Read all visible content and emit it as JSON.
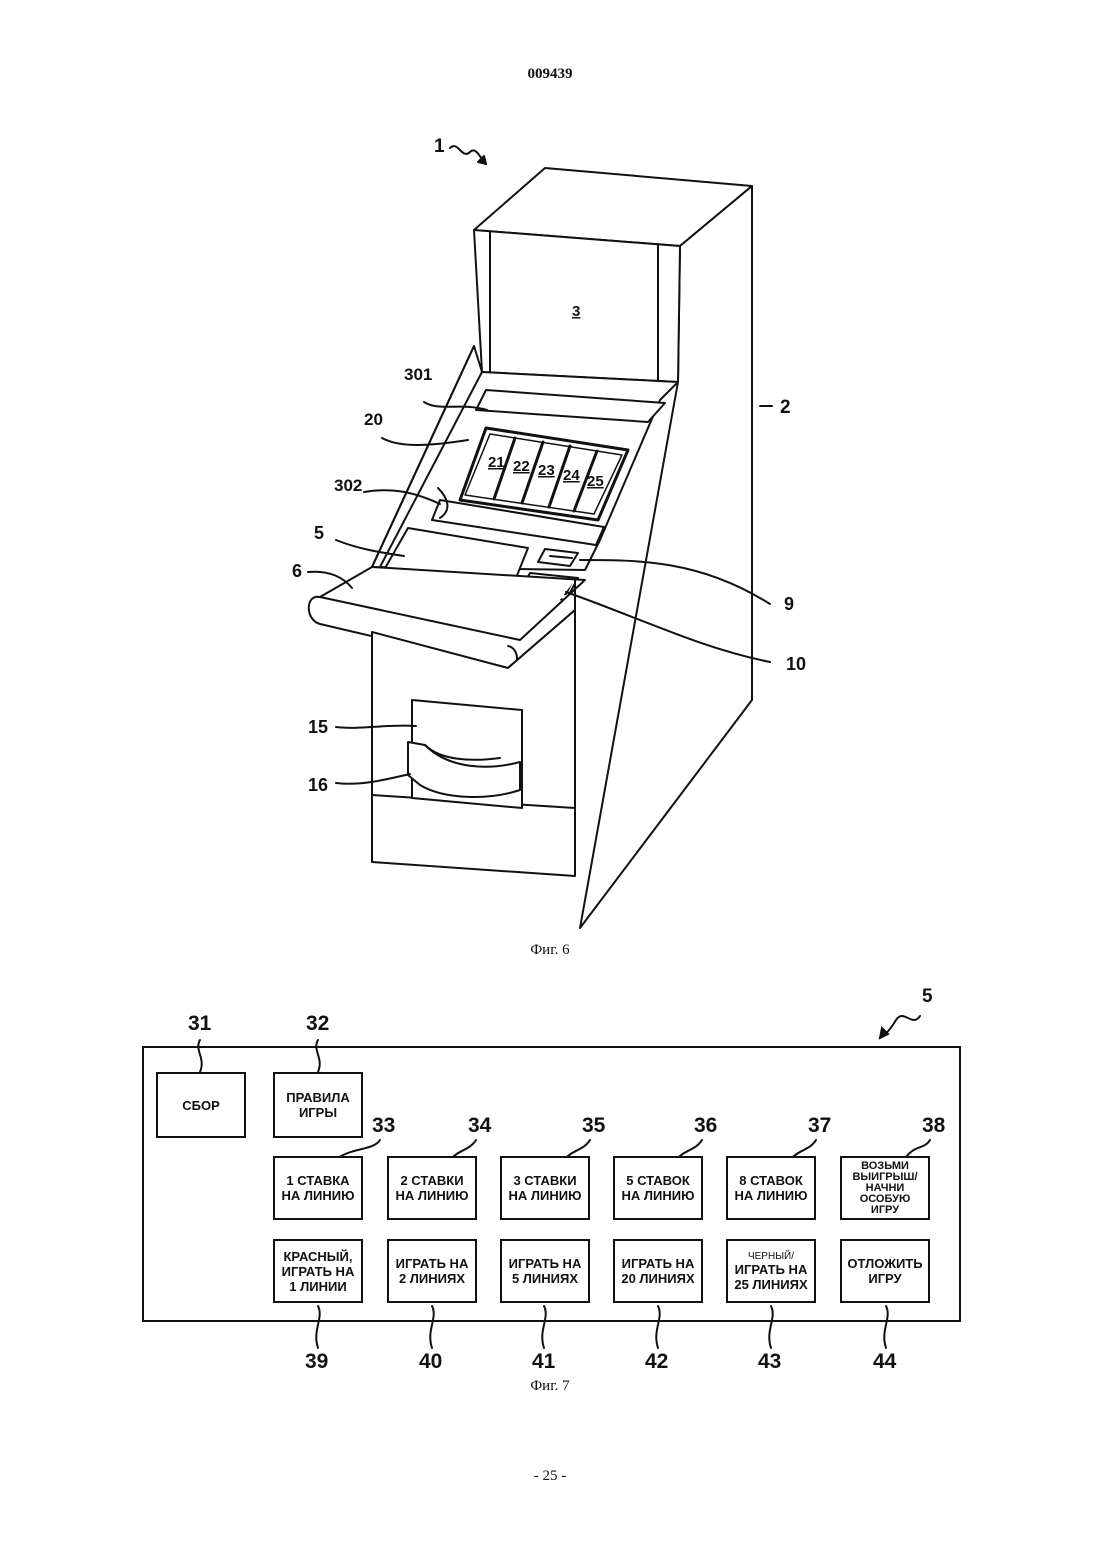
{
  "document_number": "009439",
  "page_number": "- 25 -",
  "figure6": {
    "caption": "Фиг. 6",
    "labels": {
      "machine": "1",
      "cabinet": "2",
      "upper_display": "3",
      "control_panel": "5",
      "front_shelf": "6",
      "coin_slot": "9",
      "bill_slot": "10",
      "payout_opening": "15",
      "coin_tray": "16",
      "lower_display": "20",
      "upper_frame": "301",
      "lower_frame": "302",
      "reels": [
        "21",
        "22",
        "23",
        "24",
        "25"
      ]
    }
  },
  "figure7": {
    "caption": "Фиг. 7",
    "panel_label": "5",
    "buttons": [
      {
        "num": "31",
        "lines": [
          "СБОР"
        ]
      },
      {
        "num": "32",
        "lines": [
          "ПРАВИЛА",
          "ИГРЫ"
        ]
      },
      {
        "num": "33",
        "lines": [
          "1 СТАВКА",
          "НА ЛИНИЮ"
        ]
      },
      {
        "num": "34",
        "lines": [
          "2 СТАВКИ",
          "НА ЛИНИЮ"
        ]
      },
      {
        "num": "35",
        "lines": [
          "3 СТАВКИ",
          "НА ЛИНИЮ"
        ]
      },
      {
        "num": "36",
        "lines": [
          "5 СТАВОК",
          "НА ЛИНИЮ"
        ]
      },
      {
        "num": "37",
        "lines": [
          "8 СТАВОК",
          "НА ЛИНИЮ"
        ]
      },
      {
        "num": "38",
        "lines": [
          "ВОЗЬМИ",
          "ВЫИГРЫШ/",
          "НАЧНИ",
          "ОСОБУЮ",
          "ИГРУ"
        ]
      },
      {
        "num": "39",
        "lines": [
          "КРАСНЫЙ,",
          "ИГРАТЬ НА",
          "1 ЛИНИИ"
        ]
      },
      {
        "num": "40",
        "lines": [
          "ИГРАТЬ НА",
          "2 ЛИНИЯХ"
        ]
      },
      {
        "num": "41",
        "lines": [
          "ИГРАТЬ НА",
          "5 ЛИНИЯХ"
        ]
      },
      {
        "num": "42",
        "lines": [
          "ИГРАТЬ НА",
          "20 ЛИНИЯХ"
        ]
      },
      {
        "num": "43",
        "lines": [
          "ЧЕРНЫЙ/",
          "ИГРАТЬ НА",
          "25 ЛИНИЯХ"
        ]
      },
      {
        "num": "44",
        "lines": [
          "ОТЛОЖИТЬ",
          "ИГРУ"
        ]
      }
    ]
  }
}
